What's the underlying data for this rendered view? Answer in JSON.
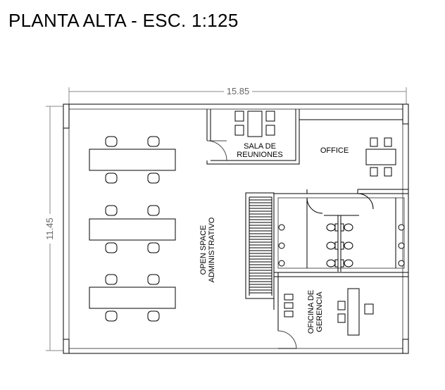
{
  "title": "PLANTA ALTA - ESC. 1:125",
  "dimensions": {
    "width": "15.85",
    "height": "11.45"
  },
  "rooms": {
    "sala_line1": "SALA DE",
    "sala_line2": "REUNIONES",
    "office": "OFFICE",
    "open_line1": "OPEN SPACE",
    "open_line2": "ADMINISTRATIVO",
    "gerencia_line1": "OFICINA DE",
    "gerencia_line2": "GERENCIA"
  }
}
